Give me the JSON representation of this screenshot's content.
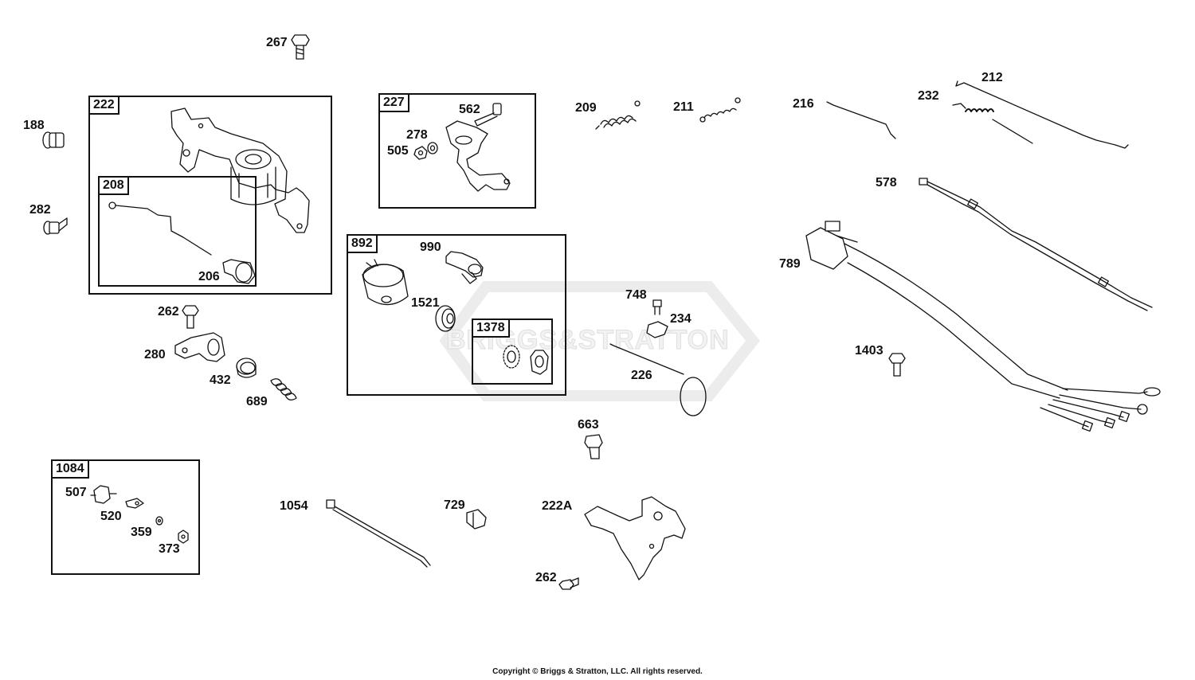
{
  "watermark": {
    "brand_text": "BRIGGS&STRATTON"
  },
  "copyright": "Copyright © Briggs & Stratton, LLC. All rights reserved.",
  "group_boxes": {
    "g222": "222",
    "g208": "208",
    "g227": "227",
    "g892": "892",
    "g1378": "1378",
    "g1084": "1084"
  },
  "parts": {
    "p267": "267",
    "p188": "188",
    "p282": "282",
    "p206": "206",
    "p262a": "262",
    "p280": "280",
    "p432": "432",
    "p689": "689",
    "p562": "562",
    "p278": "278",
    "p505": "505",
    "p990": "990",
    "p1521": "1521",
    "p209": "209",
    "p211": "211",
    "p216": "216",
    "p212": "212",
    "p232": "232",
    "p578": "578",
    "p789": "789",
    "p748": "748",
    "p234": "234",
    "p226": "226",
    "p1403": "1403",
    "p663": "663",
    "p507": "507",
    "p520": "520",
    "p359": "359",
    "p373": "373",
    "p1054": "1054",
    "p729": "729",
    "p222A": "222A",
    "p262b": "262"
  },
  "colors": {
    "line": "#111111",
    "watermark_fill": "#f2f2f2",
    "watermark_stroke": "#dedede",
    "background": "#ffffff"
  }
}
